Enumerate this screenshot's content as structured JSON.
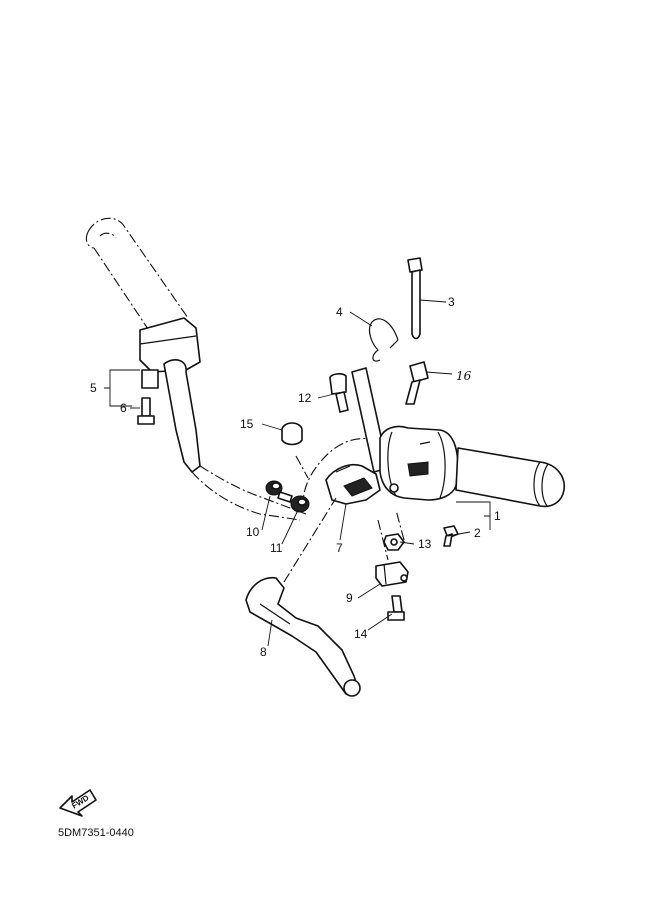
{
  "callouts": {
    "c1": "1",
    "c2": "2",
    "c3": "3",
    "c4": "4",
    "c5": "5",
    "c6": "6",
    "c7": "7",
    "c8": "8",
    "c9": "9",
    "c10": "10",
    "c11": "11",
    "c12": "12",
    "c13": "13",
    "c14": "14",
    "c15": "15",
    "c16": "16"
  },
  "fwd_label": "FWD",
  "diagram_code": "5DM7351-0440",
  "colors": {
    "ink": "#111111",
    "paper": "#ffffff"
  }
}
